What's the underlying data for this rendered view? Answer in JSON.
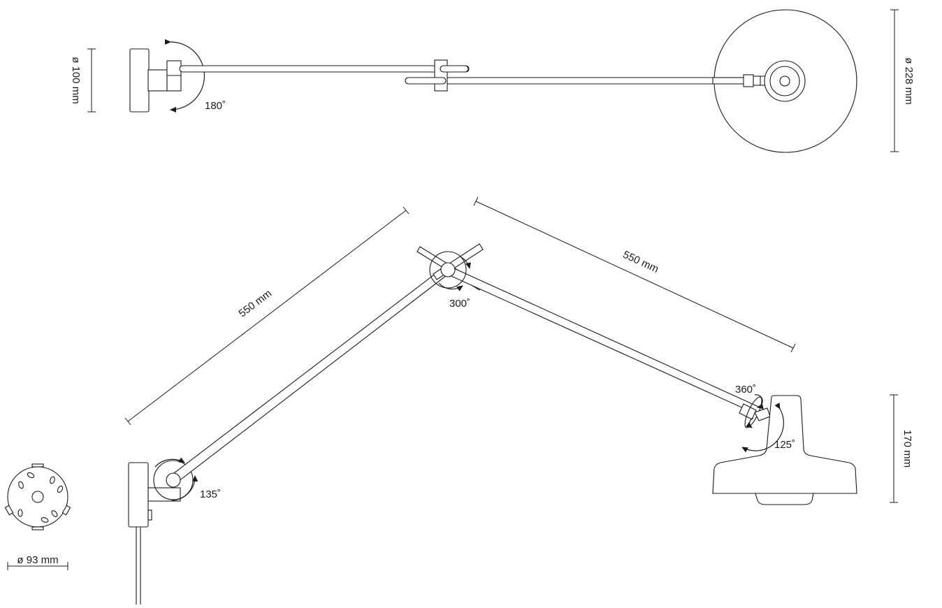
{
  "labels": {
    "base_diameter": "ø 100 mm",
    "base_rotation": "180˚",
    "shade_diameter": "ø 228 mm",
    "arm1_length": "550 mm",
    "arm2_length": "550 mm",
    "elbow_rotation": "300˚",
    "head_swivel": "360˚",
    "head_tilt": "125˚",
    "shoulder_rotation": "135˚",
    "shade_height": "170 mm",
    "mount_plate_diameter": "ø 93 mm"
  },
  "colors": {
    "line": "#1a1a1a",
    "background": "#ffffff"
  }
}
